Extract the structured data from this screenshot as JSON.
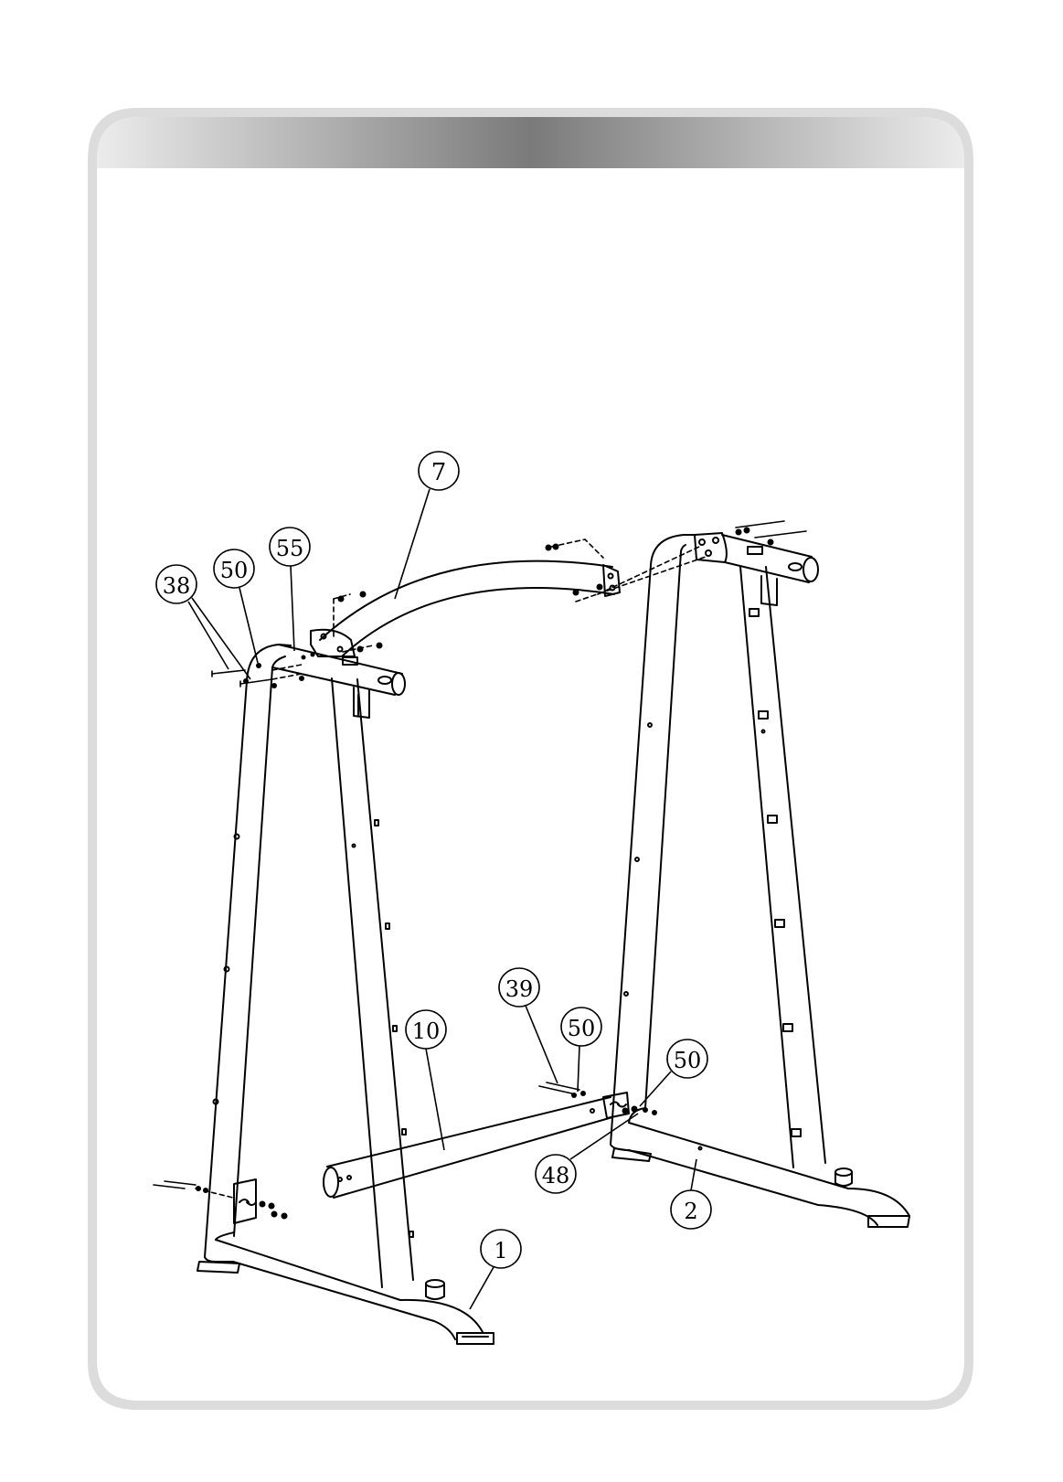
{
  "callouts": [
    {
      "id": "part-7",
      "label": "7"
    },
    {
      "id": "part-55",
      "label": "55"
    },
    {
      "id": "part-50-top",
      "label": "50"
    },
    {
      "id": "part-38",
      "label": "38"
    },
    {
      "id": "part-39",
      "label": "39"
    },
    {
      "id": "part-50-mid",
      "label": "50"
    },
    {
      "id": "part-50-right",
      "label": "50"
    },
    {
      "id": "part-10",
      "label": "10"
    },
    {
      "id": "part-48",
      "label": "48"
    },
    {
      "id": "part-2",
      "label": "2"
    },
    {
      "id": "part-1",
      "label": "1"
    }
  ],
  "colors": {
    "header_gradient_edge": "#e6e6e6",
    "header_gradient_center": "#808080",
    "frame_border": "#d9d9d9",
    "line": "#000000"
  }
}
